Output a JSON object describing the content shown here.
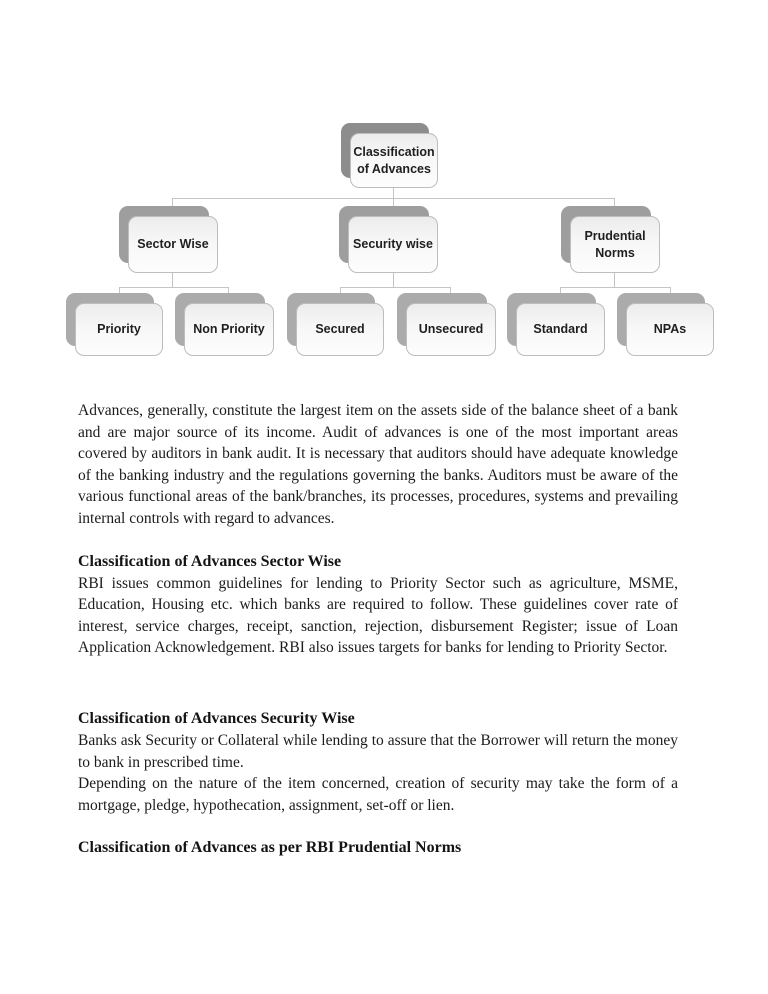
{
  "colors": {
    "shadow_level1": "#8d8d8d",
    "shadow_level2": "#9e9e9e",
    "shadow_level3": "#ababab",
    "box_border": "#bdbdbd",
    "connector": "#c4c4c4",
    "text": "#1b1b1b"
  },
  "diagram": {
    "root": {
      "label": "Classification of Advances"
    },
    "level2": [
      {
        "label": "Sector Wise"
      },
      {
        "label": "Security wise"
      },
      {
        "label": "Prudential Norms"
      }
    ],
    "level3": [
      {
        "label": "Priority"
      },
      {
        "label": "Non Priority"
      },
      {
        "label": "Secured"
      },
      {
        "label": "Unsecured"
      },
      {
        "label": "Standard"
      },
      {
        "label": "NPAs"
      }
    ]
  },
  "content": {
    "intro": "Advances, generally, constitute the largest item on the assets side of the balance sheet of a bank and are major source of its income. Audit of advances is one of the most important areas covered by auditors in bank audit. It is necessary that auditors should have adequate knowledge of the banking industry and the regulations governing the banks. Auditors must be aware of the various functional areas of the bank/branches, its processes, procedures, systems and prevailing internal controls with regard to advances.",
    "sections": [
      {
        "heading": "Classification of Advances Sector Wise",
        "paragraphs": [
          "RBI issues common guidelines for lending to Priority Sector such as agriculture, MSME, Education, Housing etc. which banks are required to follow. These guidelines cover rate of interest, service charges, receipt, sanction, rejection, disbursement Register; issue of Loan Application Acknowledgement. RBI also issues targets for banks for lending to Priority Sector."
        ]
      },
      {
        "heading": "Classification of Advances Security Wise",
        "paragraphs": [
          "Banks ask Security or Collateral while lending to assure that the Borrower will return the money to bank in prescribed time.",
          "Depending on the nature of the item concerned, creation of security may take the form of a mortgage, pledge, hypothecation, assignment, set-off or lien."
        ]
      },
      {
        "heading": "Classification of Advances as per RBI Prudential Norms",
        "paragraphs": []
      }
    ]
  }
}
